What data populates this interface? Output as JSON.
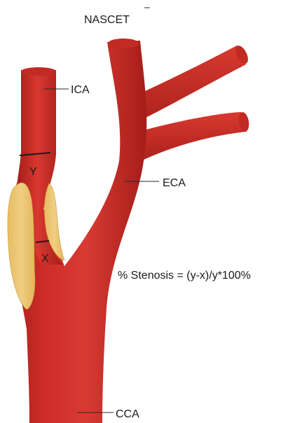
{
  "title": "NASCET",
  "labels": {
    "ica": "ICA",
    "eca": "ECA",
    "cca": "CCA",
    "y": "Y",
    "x": "X"
  },
  "formula": "% Stenosis = (y-x)/y*100%",
  "colors": {
    "artery": "#cc2a26",
    "artery_shadow": "#9e1c18",
    "artery_highlight": "#e2534a",
    "plaque": "#e9c36e",
    "plaque_edge": "#c89a3c",
    "label_text": "#1a1a1a",
    "leader_line": "#2a2a2a"
  }
}
